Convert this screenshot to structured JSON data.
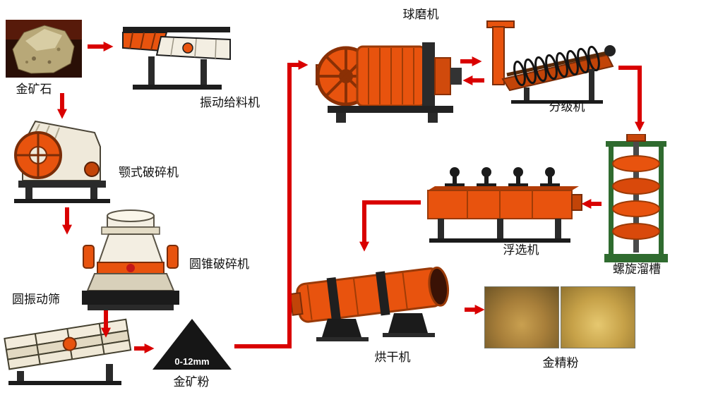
{
  "labels": {
    "gold_ore": "金矿石",
    "vibrating_feeder": "振动给料机",
    "jaw_crusher": "颚式破碎机",
    "cone_crusher": "圆锥破碎机",
    "vibrating_screen": "圆振动筛",
    "particle_size": "0-12mm",
    "gold_ore_powder": "金矿粉",
    "ball_mill": "球磨机",
    "classifier": "分级机",
    "spiral_chute": "螺旋溜槽",
    "flotation_machine": "浮选机",
    "dryer": "烘干机",
    "gold_concentrate": "金精粉"
  },
  "colors": {
    "arrow_red": "#d90000",
    "machine_orange": "#e8530e",
    "machine_dark_orange": "#c24408",
    "machine_cream": "#f2ecdd",
    "machine_black": "#1b1b1b",
    "chute_green": "#2f6b2f"
  },
  "flow": [
    {
      "from": "金矿石",
      "to": "振动给料机"
    },
    {
      "from": "振动给料机",
      "to": "颚式破碎机"
    },
    {
      "from": "颚式破碎机",
      "to": "圆锥破碎机"
    },
    {
      "from": "圆锥破碎机",
      "to": "圆振动筛"
    },
    {
      "from": "圆振动筛",
      "to": "金矿粉 0-12mm"
    },
    {
      "from": "金矿粉 0-12mm",
      "to": "球磨机"
    },
    {
      "from": "球磨机",
      "to": "分级机",
      "bidirectional": true
    },
    {
      "from": "分级机",
      "to": "螺旋溜槽"
    },
    {
      "from": "螺旋溜槽",
      "to": "浮选机"
    },
    {
      "from": "浮选机",
      "to": "烘干机"
    },
    {
      "from": "烘干机",
      "to": "金精粉"
    }
  ]
}
